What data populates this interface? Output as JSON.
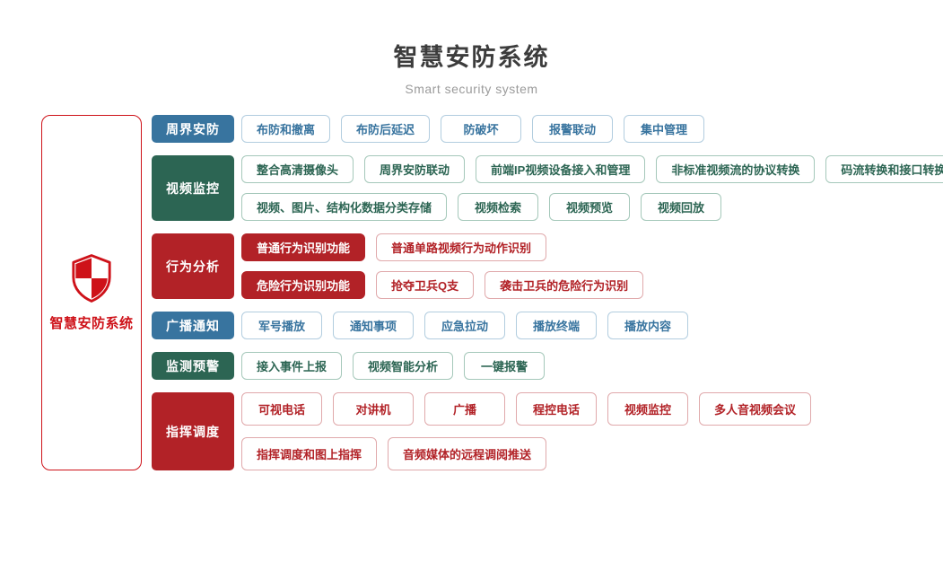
{
  "header": {
    "title": "智慧安防系统",
    "subtitle": "Smart security system"
  },
  "side_panel": {
    "icon": "shield-icon",
    "label": "智慧安防系统"
  },
  "palette": {
    "blue": "#38749f",
    "blue_border": "#b2cddf",
    "green": "#2c6553",
    "green_border": "#a5c8ba",
    "red": "#b22227",
    "red_border": "#e0a9ab",
    "panel_red": "#ce1219",
    "title_text": "#3c3c3c",
    "subtitle_text": "#9b9b9b"
  },
  "groups": [
    {
      "id": "perimeter-security",
      "name": "周界安防",
      "color": "blue",
      "tall": false,
      "rows": [
        [
          {
            "label": "布防和撤离",
            "filled": false
          },
          {
            "label": "布防后延迟",
            "filled": false
          },
          {
            "label": "防破坏",
            "filled": false
          },
          {
            "label": "报警联动",
            "filled": false
          },
          {
            "label": "集中管理",
            "filled": false
          }
        ]
      ]
    },
    {
      "id": "video-surveillance",
      "name": "视频监控",
      "color": "green",
      "tall": false,
      "rows": [
        [
          {
            "label": "整合高清摄像头",
            "filled": false
          },
          {
            "label": "周界安防联动",
            "filled": false
          },
          {
            "label": "前端IP视频设备接入和管理",
            "filled": false
          },
          {
            "label": "非标准视频流的协议转换",
            "filled": false
          },
          {
            "label": "码流转换和接口转换",
            "filled": false
          }
        ],
        [
          {
            "label": "视频、图片、结构化数据分类存储",
            "filled": false
          },
          {
            "label": "视频检索",
            "filled": false
          },
          {
            "label": "视频预览",
            "filled": false
          },
          {
            "label": "视频回放",
            "filled": false
          }
        ]
      ]
    },
    {
      "id": "behavior-analysis",
      "name": "行为分析",
      "color": "red",
      "tall": false,
      "rows": [
        [
          {
            "label": "普通行为识别功能",
            "filled": true
          },
          {
            "label": "普通单路视频行为动作识别",
            "filled": false
          }
        ],
        [
          {
            "label": "危险行为识别功能",
            "filled": true
          },
          {
            "label": "抢夺卫兵Q支",
            "filled": false
          },
          {
            "label": "袭击卫兵的危险行为识别",
            "filled": false
          }
        ]
      ]
    },
    {
      "id": "broadcast-notice",
      "name": "广播通知",
      "color": "blue",
      "tall": false,
      "rows": [
        [
          {
            "label": "军号播放",
            "filled": false
          },
          {
            "label": "通知事项",
            "filled": false
          },
          {
            "label": "应急拉动",
            "filled": false
          },
          {
            "label": "播放终端",
            "filled": false
          },
          {
            "label": "播放内容",
            "filled": false
          }
        ]
      ]
    },
    {
      "id": "monitoring-warning",
      "name": "监测预警",
      "color": "green",
      "tall": false,
      "rows": [
        [
          {
            "label": "接入事件上报",
            "filled": false
          },
          {
            "label": "视频智能分析",
            "filled": false
          },
          {
            "label": "一键报警",
            "filled": false
          }
        ]
      ]
    },
    {
      "id": "command-dispatch",
      "name": "指挥调度",
      "color": "red",
      "tall": true,
      "rows": [
        [
          {
            "label": "可视电话",
            "filled": false
          },
          {
            "label": "对讲机",
            "filled": false
          },
          {
            "label": "广播",
            "filled": false
          },
          {
            "label": "程控电话",
            "filled": false
          },
          {
            "label": "视频监控",
            "filled": false
          },
          {
            "label": "多人音视频会议",
            "filled": false
          }
        ],
        [
          {
            "label": "指挥调度和图上指挥",
            "filled": false
          },
          {
            "label": "音频媒体的远程调阅推送",
            "filled": false
          }
        ]
      ]
    }
  ]
}
